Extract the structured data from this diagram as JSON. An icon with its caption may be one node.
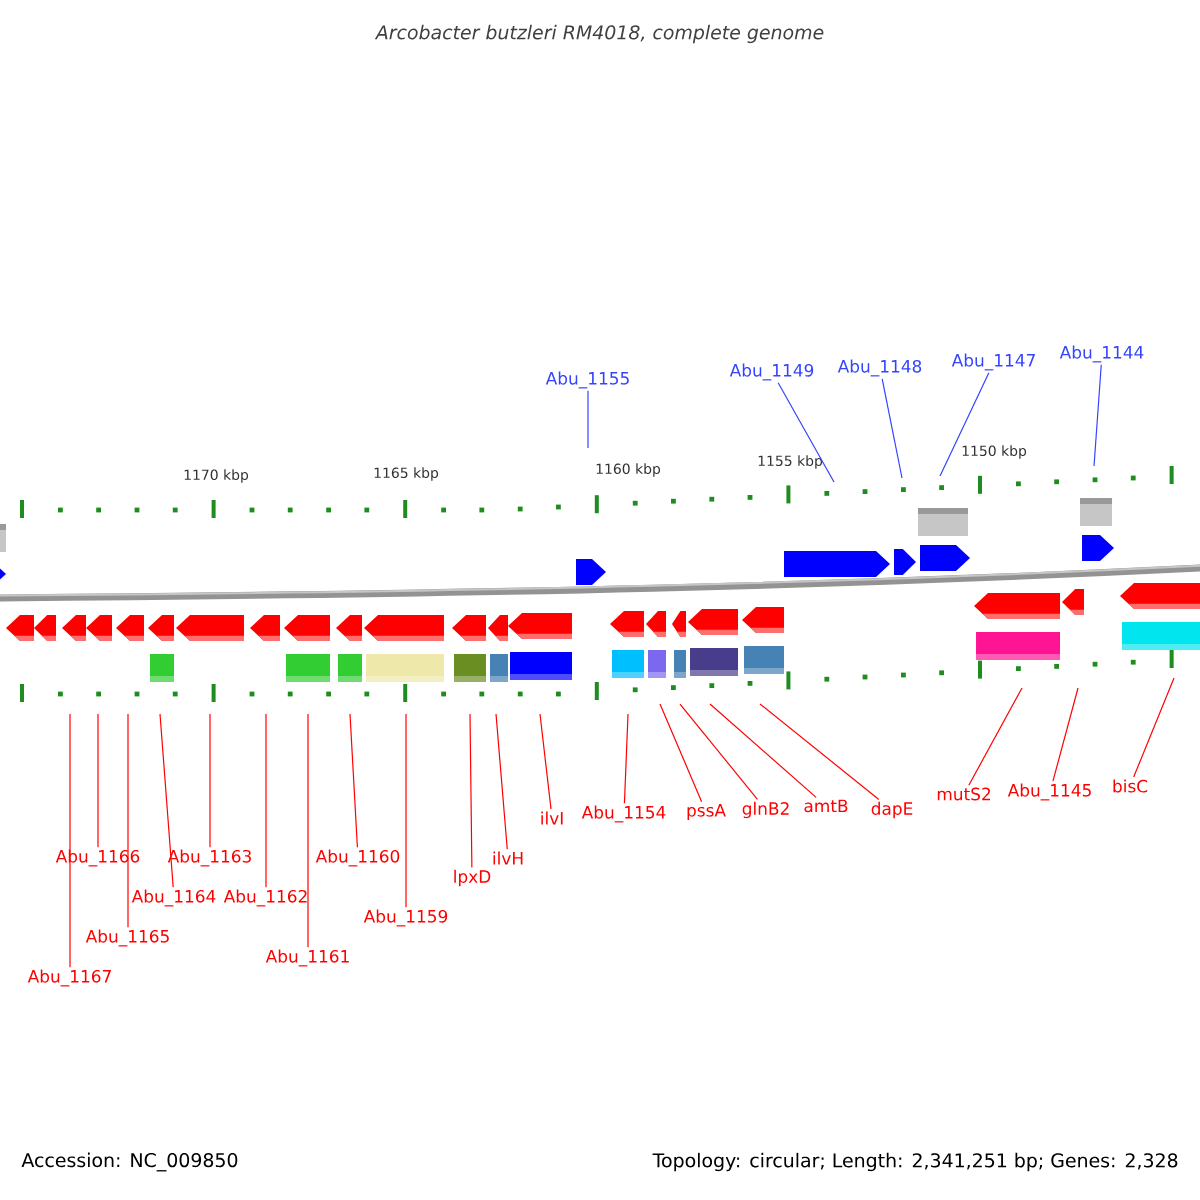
{
  "diagram": {
    "title": "Arcobacter butzleri RM4018, complete genome",
    "nodes": [
      {
        "text": [
          "Abu_1155"
        ]
      },
      {
        "text": [
          "Abu_1149"
        ]
      },
      {
        "text": [
          "Abu_1148"
        ]
      },
      {
        "text": [
          "Abu_1147"
        ]
      },
      {
        "text": [
          "Abu_1144"
        ]
      },
      {
        "text": [
          "Abu_1166"
        ]
      },
      {
        "text": [
          "Abu_1167"
        ]
      },
      {
        "text": [
          "Abu_1165"
        ]
      },
      {
        "text": [
          "Abu_1164"
        ]
      },
      {
        "text": [
          "Abu_1163"
        ]
      },
      {
        "text": [
          "Abu_1162"
        ]
      },
      {
        "text": [
          "Abu_1161"
        ]
      },
      {
        "text": [
          "Abu_1160"
        ]
      },
      {
        "text": [
          "Abu_1159"
        ]
      },
      {
        "text": [
          "lpxD"
        ]
      },
      {
        "text": [
          "ilvH"
        ]
      },
      {
        "text": [
          "ilvI"
        ]
      },
      {
        "text": [
          "Abu_1154"
        ]
      },
      {
        "text": [
          "pssA"
        ]
      },
      {
        "text": [
          "glnB2"
        ]
      },
      {
        "text": [
          "amtB"
        ]
      },
      {
        "text": [
          "dapE"
        ]
      },
      {
        "text": [
          "mutS2"
        ]
      },
      {
        "text": [
          "Abu_1145"
        ]
      },
      {
        "text": [
          "bisC"
        ]
      }
    ],
    "edges": [
      {
        "from": 0,
        "to": null,
        "arrow": "none",
        "color": "#3344ff"
      },
      {
        "from": 1,
        "to": null,
        "arrow": "none",
        "color": "#3344ff"
      },
      {
        "from": 2,
        "to": null,
        "arrow": "none",
        "color": "#3344ff"
      },
      {
        "from": 3,
        "to": null,
        "arrow": "none",
        "color": "#3344ff"
      },
      {
        "from": 4,
        "to": null,
        "arrow": "none",
        "color": "#3344ff"
      },
      {
        "from": 5,
        "to": null,
        "arrow": "none"
      },
      {
        "from": 6,
        "to": null,
        "arrow": "none"
      },
      {
        "from": 7,
        "to": null,
        "arrow": "none"
      },
      {
        "from": 8,
        "to": null,
        "arrow": "none"
      },
      {
        "from": 9,
        "to": null,
        "arrow": "none"
      },
      {
        "from": 10,
        "to": null,
        "arrow": "none"
      },
      {
        "from": 11,
        "to": null,
        "arrow": "none"
      },
      {
        "from": 12,
        "to": null,
        "arrow": "none"
      },
      {
        "from": 13,
        "to": null,
        "arrow": "none"
      },
      {
        "from": 14,
        "to": null,
        "arrow": "none"
      },
      {
        "from": 15,
        "to": null,
        "arrow": "none"
      },
      {
        "from": 16,
        "to": null,
        "arrow": "none"
      },
      {
        "from": 17,
        "to": null,
        "arrow": "none"
      },
      {
        "from": 18,
        "to": null,
        "arrow": "none"
      },
      {
        "from": 19,
        "to": null,
        "arrow": "none"
      },
      {
        "from": 20,
        "to": null,
        "arrow": "none"
      },
      {
        "from": 21,
        "to": null,
        "arrow": "none"
      },
      {
        "from": 22,
        "to": null,
        "arrow": "none"
      },
      {
        "from": 23,
        "to": null,
        "arrow": "none"
      },
      {
        "from": 24,
        "to": null,
        "arrow": "none"
      }
    ],
    "labels": [
      "1170 kbp",
      "1165 kbp",
      "1160 kbp",
      "1155 kbp",
      "1150 kbp",
      "Accession: NC_009850",
      "Topology: circular; Length: 2,341,251 bp; Genes: 2,328"
    ]
  }
}
